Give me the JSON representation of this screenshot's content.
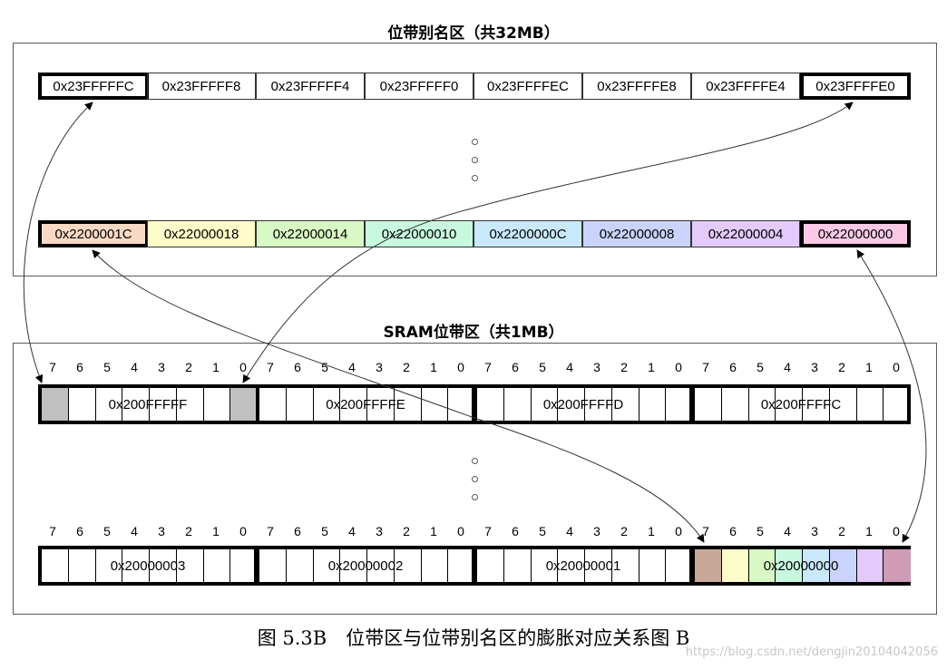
{
  "alias_region": {
    "title": "位带别名区（共32MB）",
    "top_row": [
      "0x23FFFFFC",
      "0x23FFFFF8",
      "0x23FFFFF4",
      "0x23FFFFF0",
      "0x23FFFFEC",
      "0x23FFFFE8",
      "0x23FFFFE4",
      "0x23FFFFE0"
    ],
    "bottom_row": [
      "0x2200001C",
      "0x22000018",
      "0x22000014",
      "0x22000010",
      "0x2200000C",
      "0x22000008",
      "0x22000004",
      "0x22000000"
    ],
    "bottom_row_colors": [
      "#fad9c4",
      "#fdfbc9",
      "#d8f8c4",
      "#c8f8e0",
      "#c9e9fb",
      "#c9d3fb",
      "#e3cafb",
      "#f9c9e5"
    ]
  },
  "sram_region": {
    "title": "SRAM位带区（共1MB）",
    "bit_numbers": [
      "7",
      "6",
      "5",
      "4",
      "3",
      "2",
      "1",
      "0"
    ],
    "top_bytes": [
      "0x200FFFFF",
      "0x200FFFFE",
      "0x200FFFFD",
      "0x200FFFFC"
    ],
    "bottom_bytes": [
      "0x20000003",
      "0x20000002",
      "0x20000001",
      "0x20000000"
    ],
    "bottom_bit_colors_last_byte": [
      "#c8a898",
      "#fdfbc9",
      "#d8f8c4",
      "#c8f8e0",
      "#c9e9fb",
      "#c9d3fb",
      "#e3cafb",
      "#cf9bb5"
    ]
  },
  "caption": "图 5.3B　位带区与位带别名区的膨胀对应关系图 B",
  "watermark": "https://blog.csdn.net/dengjin20104042056"
}
